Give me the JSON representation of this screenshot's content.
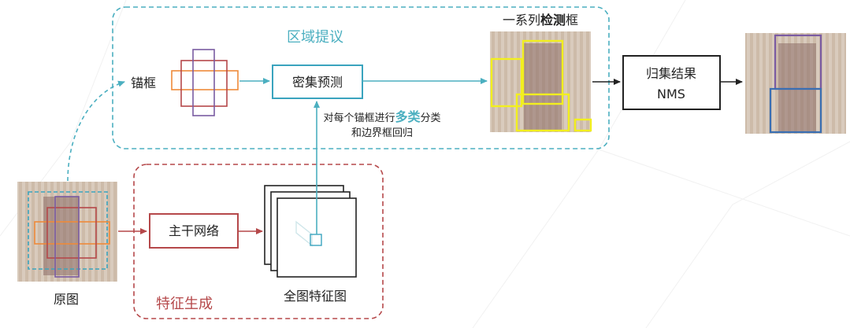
{
  "region_proposal": {
    "title": "区域提议",
    "anchor_label": "锚框",
    "dense_predict": "密集预测",
    "note_prefix": "对每个锚框进行",
    "note_emph": "多类",
    "note_suffix": "分类",
    "note_line2": "和边界框回归"
  },
  "feature_gen": {
    "title": "特征生成",
    "backbone": "主干网络",
    "feature_map": "全图特征图"
  },
  "original_image": {
    "label": "原图"
  },
  "detections": {
    "prefix": "一系列",
    "bold": "检测",
    "suffix": "框"
  },
  "nms_box": {
    "line1": "归集结果",
    "line2": "NMS"
  },
  "colors": {
    "teal": "#4BAFC0",
    "red": "#B5484A",
    "orange": "#EE8A3A",
    "purple": "#7A5BA2",
    "box_teal": "#3AA4BE",
    "box_red": "#B74747",
    "yellow": "#F2EF1E",
    "dark": "#222222"
  }
}
